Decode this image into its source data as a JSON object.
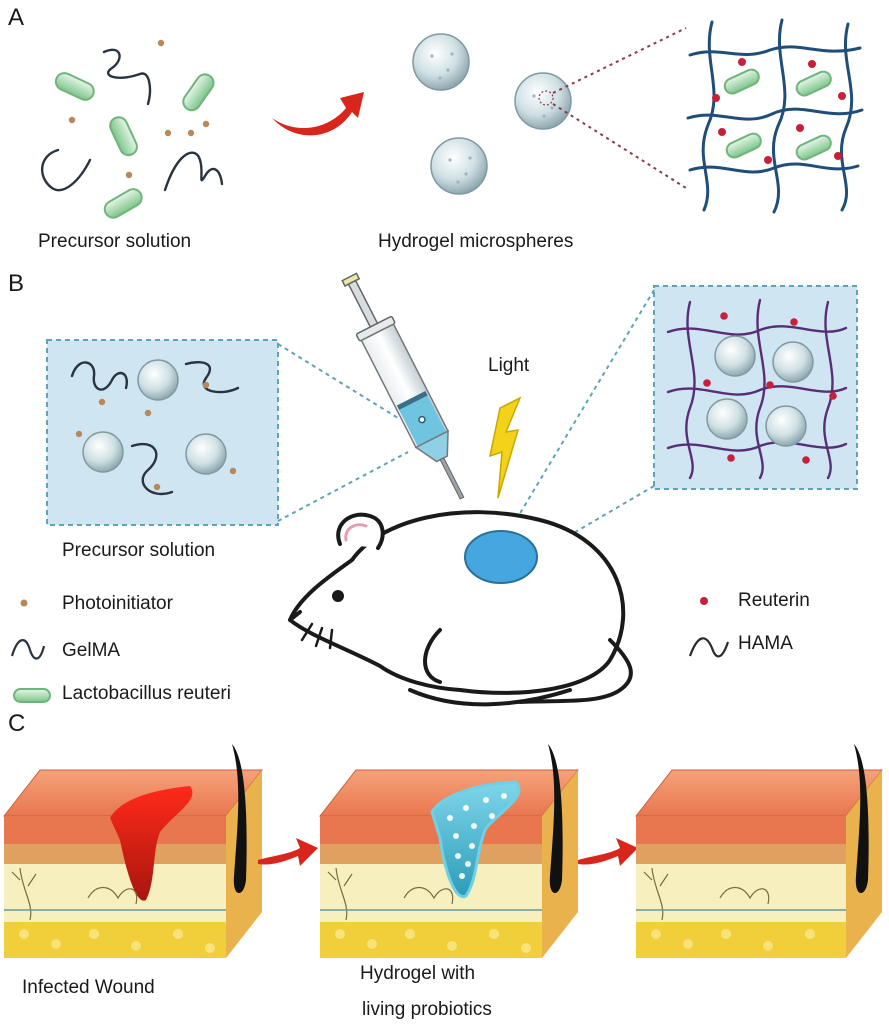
{
  "panels": {
    "a": "A",
    "b": "B",
    "c": "C"
  },
  "panel_a": {
    "precursor_label": "Precursor solution",
    "microspheres_label": "Hydrogel microspheres"
  },
  "panel_b": {
    "precursor_label": "Precursor solution",
    "light_label": "Light",
    "legend_left": {
      "photoinitiator": "Photoinitiator",
      "gelma": "GelMA",
      "lactobacillus": "Lactobacillus reuteri"
    },
    "legend_right": {
      "reuterin": "Reuterin",
      "hama": "HAMA"
    }
  },
  "panel_c": {
    "infected_label": "Infected Wound",
    "hydrogel_label_line1": "Hydrogel with",
    "hydrogel_label_line2": "living probiotics"
  },
  "colors": {
    "bacteria_green": "#8fcf98",
    "photoinitiator_brown": "#b8875a",
    "reuterin_red": "#c8203a",
    "network_blue": "#1f4e79",
    "network_purple": "#5a2d7a",
    "wound_red": "#d82020",
    "hydrogel_cyan": "#45b8d0",
    "arrow_red": "#d9261c",
    "light_yellow": "#f2d21a",
    "panel_fill": "#cfe6f2"
  }
}
